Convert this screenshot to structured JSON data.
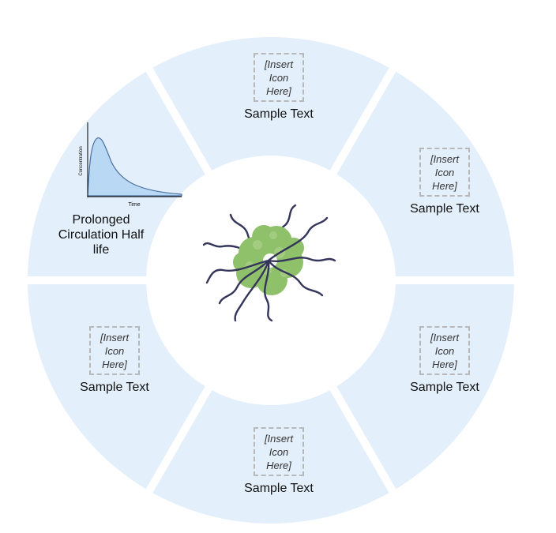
{
  "segments": {
    "top": {
      "icon_placeholder": "[Insert\nIcon\nHere]",
      "label": "Sample Text"
    },
    "upper_right": {
      "icon_placeholder": "[Insert\nIcon\nHere]",
      "label": "Sample Text"
    },
    "lower_right": {
      "icon_placeholder": "[Insert\nIcon\nHere]",
      "label": "Sample Text"
    },
    "bottom": {
      "icon_placeholder": "[Insert\nIcon\nHere]",
      "label": "Sample Text"
    },
    "lower_left": {
      "icon_placeholder": "[Insert\nIcon\nHere]",
      "label": "Sample Text"
    },
    "upper_left": {
      "label": "Prolonged\nCirculation Half\nlife"
    }
  },
  "mini_chart": {
    "ylabel": "Concentration",
    "xlabel": "Time"
  },
  "colors": {
    "segment_fill": "#e3effb",
    "curve_fill": "#b9d8f3",
    "curve_stroke": "#4a6fa1",
    "protein": "#8fc06a",
    "polymer": "#34355a"
  },
  "center_icon": "protein-polymer-conjugate-icon"
}
